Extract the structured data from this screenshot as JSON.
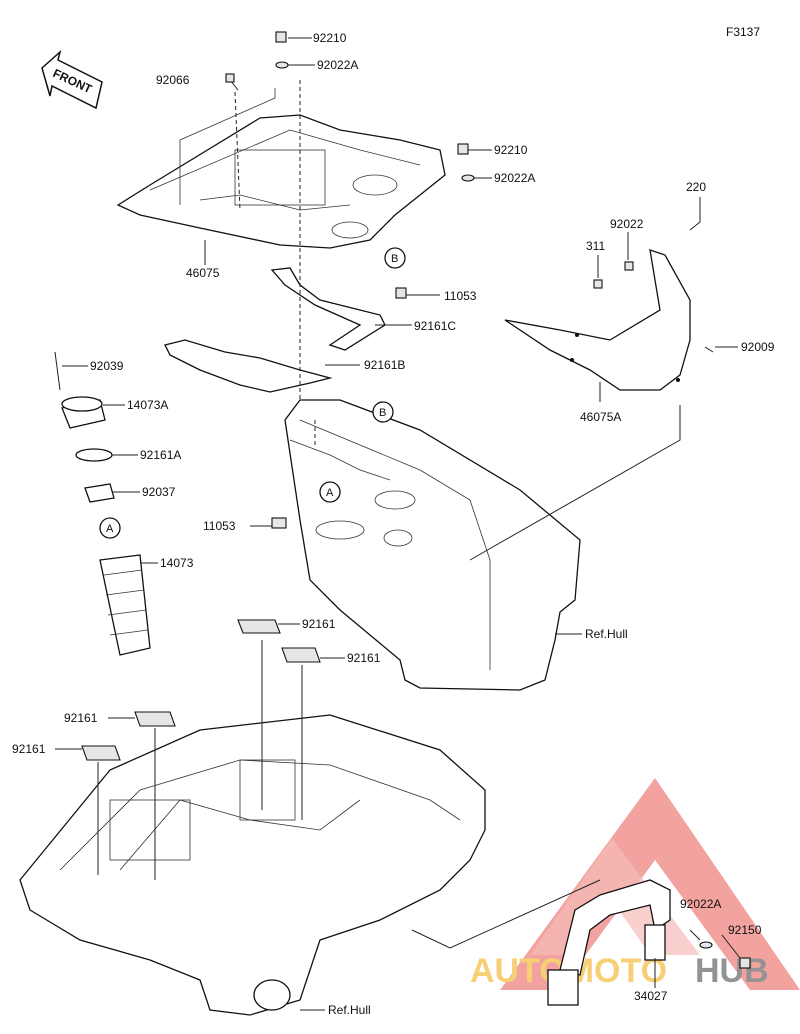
{
  "figure_code": "F3137",
  "front_label": "FRONT",
  "callouts": {
    "a": "A",
    "b": "B"
  },
  "reference": "Ref.Hull",
  "watermark": {
    "text_left": "AUTOMOTO",
    "text_right": "HUB",
    "color_left": "#f5c048",
    "color_right": "#707070",
    "triangle_color": "#e8645f"
  },
  "parts": [
    "92210",
    "92022A",
    "92066",
    "92210",
    "92022A",
    "46075",
    "11053",
    "92161C",
    "92161B",
    "220",
    "92022",
    "311",
    "92009",
    "46075A",
    "92039",
    "14073A",
    "92161A",
    "92037",
    "11053",
    "14073",
    "92161",
    "92161",
    "92161",
    "92161",
    "92022A",
    "92150",
    "34027"
  ]
}
